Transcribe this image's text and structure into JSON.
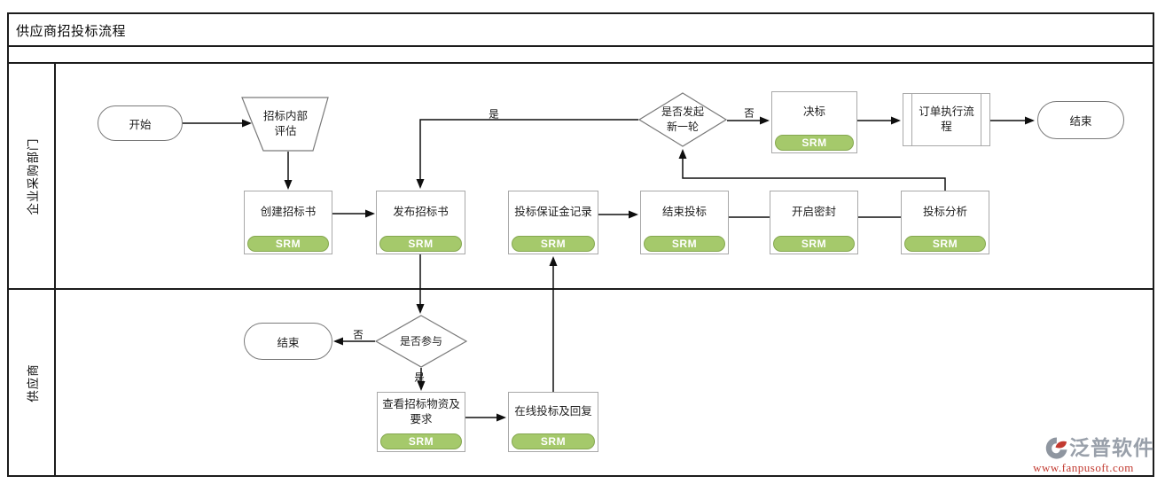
{
  "diagram": {
    "title": "供应商招投标流程",
    "lanes": [
      {
        "label": "企业采购部门"
      },
      {
        "label": "供应商"
      }
    ],
    "badge": "SRM",
    "nodes": {
      "start": "开始",
      "internal_eval": "招标内部评估",
      "create_bid": "创建招标书",
      "publish_bid": "发布招标书",
      "bid_deposit_record": "投标保证金记录",
      "end_bidding": "结束投标",
      "open_seal": "开启密封",
      "bid_analysis": "投标分析",
      "new_round_decision": "是否发起新一轮",
      "award": "决标",
      "order_exec_process": "订单执行流程",
      "end_top": "结束",
      "participate_decision": "是否参与",
      "end_bottom": "结束",
      "view_materials": "查看招标物资及要求",
      "online_bid_reply": "在线投标及回复"
    },
    "edge_labels": {
      "new_round_yes": "是",
      "new_round_no": "否",
      "participate_yes": "是",
      "participate_no": "否"
    },
    "colors": {
      "badge_fill": "#a5c96b",
      "badge_border": "#85a750",
      "frame": "#1c1c1c",
      "box_border": "#a8a8a8"
    }
  },
  "watermark": {
    "brand": "泛普软件",
    "url": "www.fanpusoft.com"
  }
}
